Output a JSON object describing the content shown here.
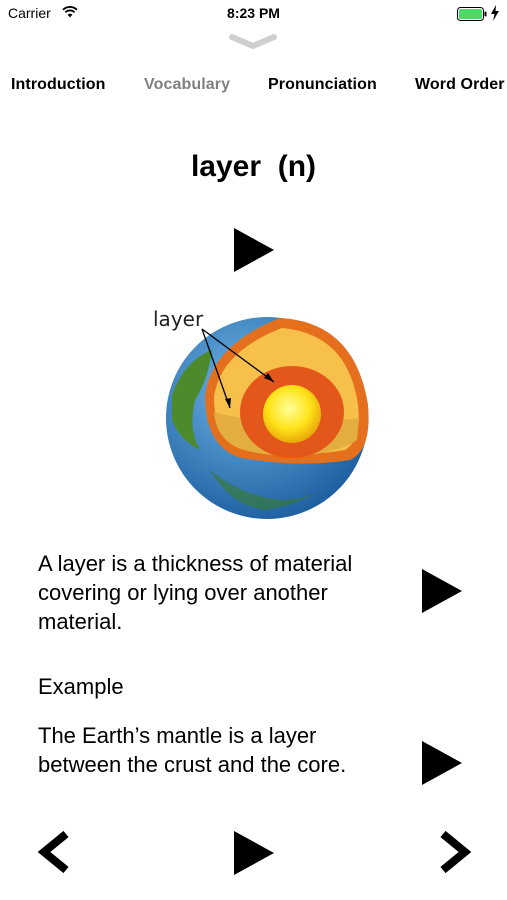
{
  "status_bar": {
    "carrier": "Carrier",
    "time": "8:23 PM",
    "battery_color": "#4cd964"
  },
  "tabs": [
    {
      "label": "Introduction",
      "active": false
    },
    {
      "label": "Vocabulary",
      "active": true
    },
    {
      "label": "Pronunciation",
      "active": false
    },
    {
      "label": "Word Order",
      "active": false
    }
  ],
  "word": {
    "title": "layer  (n)"
  },
  "illustration": {
    "label": "layer"
  },
  "definition": {
    "text": "A layer is a thickness of material covering or lying over another material."
  },
  "example": {
    "heading": "Example",
    "text": "The Earth’s mantle is a layer between the crust and the core."
  },
  "icons": {
    "play": "play-icon",
    "prev": "chevron-left-icon",
    "next": "chevron-right-icon"
  }
}
